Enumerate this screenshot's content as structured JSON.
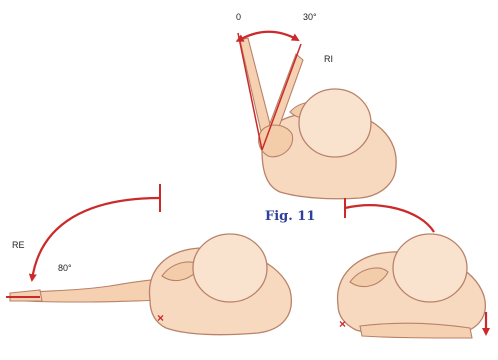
{
  "labels": {
    "top_left_angle": "0",
    "top_right_angle": "30°",
    "ri": "RI",
    "re": "RE",
    "re_angle": "80°",
    "figure": "Fig. 11",
    "marker": "×"
  },
  "colors": {
    "arrow": "#cc2a2a",
    "figure_label": "#2f3f9a",
    "skin": "#f7d9bf",
    "outline": "#b9826a"
  }
}
